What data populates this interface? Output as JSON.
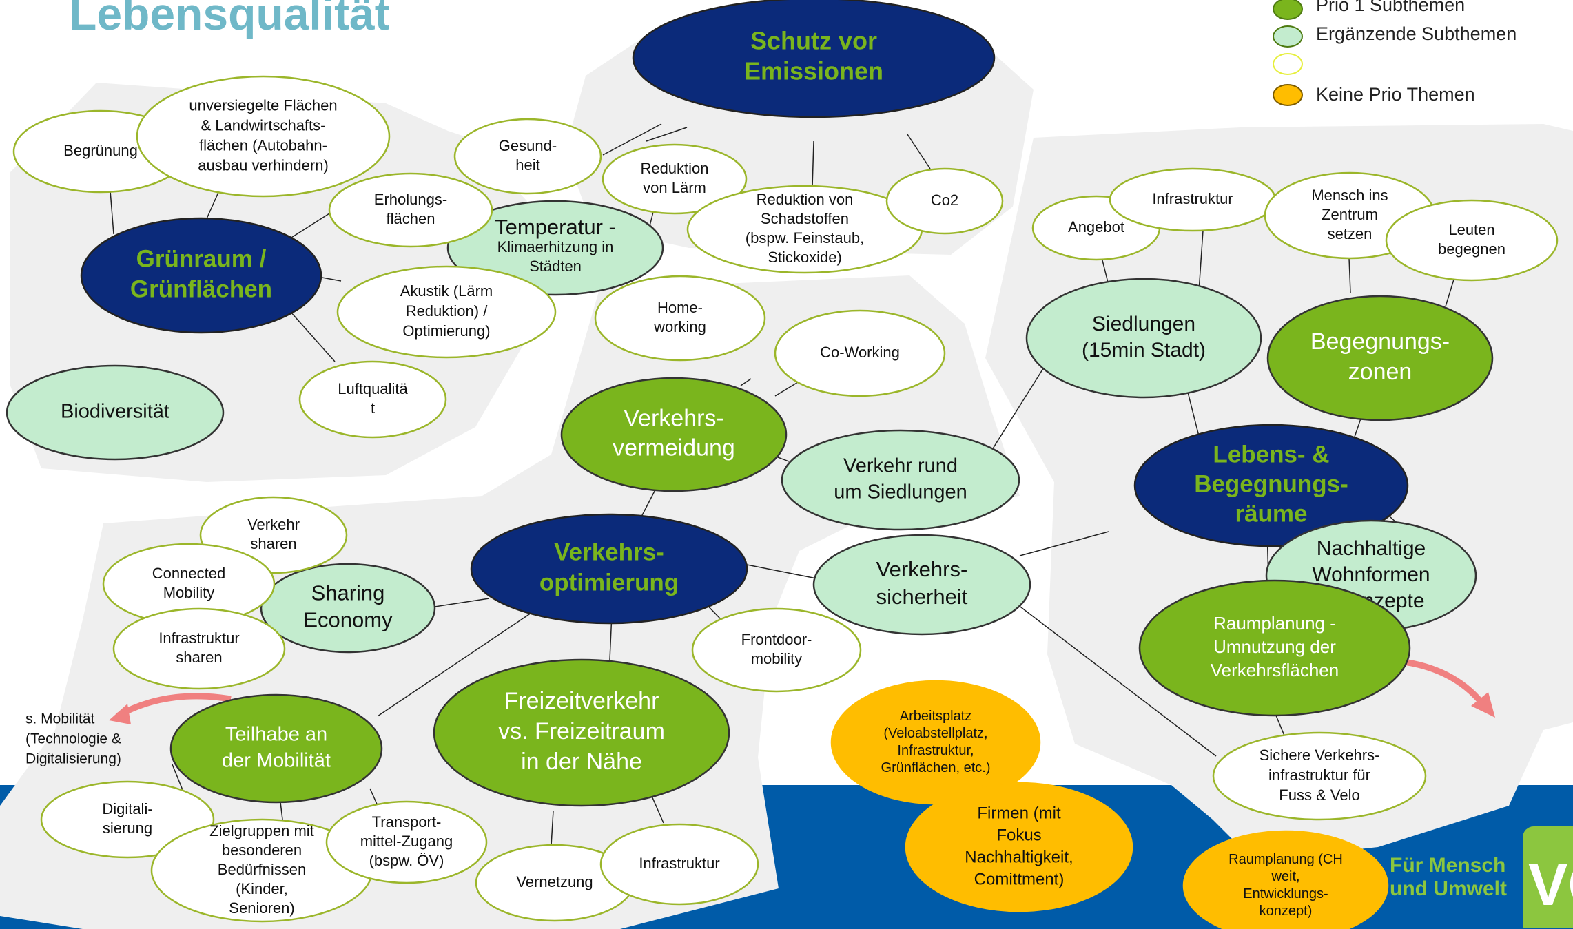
{
  "title": "Lebensqualität",
  "legend": [
    {
      "label": "Prio 1 Subthemen",
      "color": "#7ab51d",
      "border": "#4d7a10"
    },
    {
      "label": "Ergänzende Subthemen",
      "color": "#c3ecce",
      "border": "#4d7a10"
    },
    {
      "label": "",
      "color": "#ffffff",
      "border": "#e6ef3a"
    },
    {
      "label": "Keine Prio Themen",
      "color": "#ffbd00",
      "border": "#7a5a00"
    }
  ],
  "tagline": [
    "Für Mensch",
    "und Umwelt"
  ],
  "logo_text": "VC",
  "colors": {
    "navy": "#0b2a7a",
    "prio1": "#7ab51d",
    "supplement": "#c3ecce",
    "orange": "#ffbd00",
    "white_fill": "#ffffff",
    "outline": "#9bb62a",
    "blob": "#efefef",
    "band": "#005ba8",
    "arrow": "#f08080"
  },
  "nodes": [
    {
      "id": "schutz",
      "type": "navy",
      "lines": [
        "Schutz vor",
        "Emissionen"
      ]
    },
    {
      "id": "gruenraum",
      "type": "navy",
      "lines": [
        "Grünraum /",
        "Grünflächen"
      ]
    },
    {
      "id": "lebensraeume",
      "type": "navy",
      "lines": [
        "Lebens- &",
        "Begegnungs-",
        "räume"
      ]
    },
    {
      "id": "verkehrsopt",
      "type": "navy",
      "lines": [
        "Verkehrs-",
        "optimierung"
      ]
    },
    {
      "id": "temperatur",
      "type": "supplement",
      "lines": [
        "Temperatur -",
        "Klimaerhitzung in",
        "Städten"
      ]
    },
    {
      "id": "biodiv",
      "type": "supplement",
      "lines": [
        "Biodiversität"
      ]
    },
    {
      "id": "siedlungen",
      "type": "supplement",
      "lines": [
        "Siedlungen",
        "(15min Stadt)"
      ]
    },
    {
      "id": "verkehr_siedl",
      "type": "supplement",
      "lines": [
        "Verkehr rund",
        "um Siedlungen"
      ]
    },
    {
      "id": "sharing",
      "type": "supplement",
      "lines": [
        "Sharing",
        "Economy"
      ]
    },
    {
      "id": "sicherheit",
      "type": "supplement",
      "lines": [
        "Verkehrs-",
        "sicherheit"
      ]
    },
    {
      "id": "wohnformen",
      "type": "supplement",
      "lines": [
        "Nachhaltige",
        "Wohnformen",
        "& Konzepte"
      ]
    },
    {
      "id": "begegnungszonen",
      "type": "prio1",
      "lines": [
        "Begegnungs-",
        "zonen"
      ]
    },
    {
      "id": "vermeidung",
      "type": "prio1",
      "lines": [
        "Verkehrs-",
        "vermeidung"
      ]
    },
    {
      "id": "teilhabe",
      "type": "prio1",
      "lines": [
        "Teilhabe an",
        "der Mobilität"
      ]
    },
    {
      "id": "freizeit",
      "type": "prio1",
      "lines": [
        "Freizeitverkehr",
        "vs. Freizeitraum",
        "in der Nähe"
      ]
    },
    {
      "id": "raumplanung",
      "type": "prio1",
      "lines": [
        "Raumplanung -",
        "Umnutzung der",
        "Verkehrsflächen"
      ]
    },
    {
      "id": "begruenung",
      "type": "white",
      "lines": [
        "Begrünung"
      ]
    },
    {
      "id": "unversiegelt",
      "type": "white",
      "lines": [
        "unversiegelte Flächen",
        "&  Landwirtschafts-",
        "flächen (Autobahn-",
        "ausbau verhindern)"
      ]
    },
    {
      "id": "erholung",
      "type": "white",
      "lines": [
        "Erholungs-",
        "flächen"
      ]
    },
    {
      "id": "akustik",
      "type": "white",
      "lines": [
        "Akustik (Lärm",
        "Reduktion) /",
        "Optimierung)"
      ]
    },
    {
      "id": "luft",
      "type": "white",
      "lines": [
        "Luftqualitä",
        "t"
      ]
    },
    {
      "id": "gesundheit",
      "type": "white",
      "lines": [
        "Gesund-",
        "heit"
      ]
    },
    {
      "id": "laerm",
      "type": "white",
      "lines": [
        "Reduktion",
        "von Lärm"
      ]
    },
    {
      "id": "schadstoffe",
      "type": "white",
      "lines": [
        "Reduktion von",
        "Schadstoffen",
        "(bspw. Feinstaub,",
        "Stickoxide)"
      ]
    },
    {
      "id": "co2",
      "type": "white",
      "lines": [
        "Co2"
      ]
    },
    {
      "id": "homeworking",
      "type": "white",
      "lines": [
        "Home-",
        "working"
      ]
    },
    {
      "id": "coworking",
      "type": "white",
      "lines": [
        "Co-Working"
      ]
    },
    {
      "id": "angebot",
      "type": "white",
      "lines": [
        "Angebot"
      ]
    },
    {
      "id": "infra_top",
      "type": "white",
      "lines": [
        "Infrastruktur"
      ]
    },
    {
      "id": "zentrum",
      "type": "white",
      "lines": [
        "Mensch ins",
        "Zentrum",
        "setzen"
      ]
    },
    {
      "id": "leuten",
      "type": "white",
      "lines": [
        "Leuten",
        "begegnen"
      ]
    },
    {
      "id": "verkehr_sharen",
      "type": "white",
      "lines": [
        "Verkehr",
        "sharen"
      ]
    },
    {
      "id": "connected",
      "type": "white",
      "lines": [
        "Connected",
        "Mobility"
      ]
    },
    {
      "id": "infra_sharen",
      "type": "white",
      "lines": [
        "Infrastruktur",
        "sharen"
      ]
    },
    {
      "id": "frontdoor",
      "type": "white",
      "lines": [
        "Frontdoor-",
        "mobility"
      ]
    },
    {
      "id": "digitali",
      "type": "white",
      "lines": [
        "Digitali-",
        "sierung"
      ]
    },
    {
      "id": "zielgruppen",
      "type": "white",
      "lines": [
        "Zielgruppen mit",
        "besonderen",
        "Bedürfnissen",
        "(Kinder,",
        "Senioren)"
      ]
    },
    {
      "id": "transport",
      "type": "white",
      "lines": [
        "Transport-",
        "mittel-Zugang",
        "(bspw. ÖV)"
      ]
    },
    {
      "id": "vernetzung",
      "type": "white",
      "lines": [
        "Vernetzung"
      ]
    },
    {
      "id": "infra_bottom",
      "type": "white",
      "lines": [
        "Infrastruktur"
      ]
    },
    {
      "id": "sichere",
      "type": "white",
      "lines": [
        "Sichere Verkehrs-",
        "infrastruktur für",
        "Fuss & Velo"
      ]
    },
    {
      "id": "arbeitsplatz",
      "type": "orange",
      "lines": [
        "Arbeitsplatz",
        "(Veloabstellplatz,",
        "Infrastruktur,",
        "Grünflächen, etc.)"
      ]
    },
    {
      "id": "firmen",
      "type": "orange",
      "lines": [
        "Firmen (mit",
        "Fokus",
        "Nachhaltigkeit,",
        "Comittment)"
      ]
    },
    {
      "id": "raumplanung_ch",
      "type": "orange",
      "lines": [
        "Raumplanung (CH",
        "weit,",
        "Entwicklungs-",
        "konzept)"
      ]
    }
  ],
  "free_text": [
    {
      "id": "s_mobilitaet",
      "lines": [
        "s. Mobilität",
        "(Technologie &",
        "Digitalisierung)"
      ]
    }
  ]
}
